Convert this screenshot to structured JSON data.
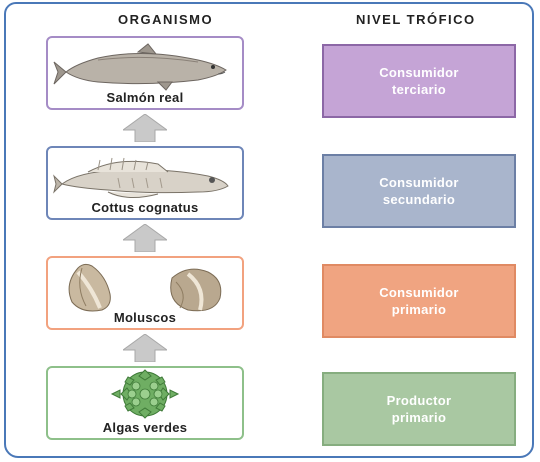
{
  "headers": {
    "organism": "ORGANISMO",
    "level": "NIVEL TRÓFICO"
  },
  "rows": [
    {
      "organism": "Salmón real",
      "level": "Consumidor\nterciario",
      "organism_icon": "salmon-icon",
      "border_color": "#a58cc6",
      "level_fill": "#c5a4d6",
      "level_border": "#8c67a6"
    },
    {
      "organism": "Cottus cognatus",
      "level": "Consumidor\nsecundario",
      "organism_icon": "sculpin-fish-icon",
      "border_color": "#6e86b8",
      "level_fill": "#a9b5cc",
      "level_border": "#6c7fa5"
    },
    {
      "organism": "Moluscos",
      "level": "Consumidor\nprimario",
      "organism_icon": "snail-shells-icon",
      "border_color": "#f2a27f",
      "level_fill": "#f0a481",
      "level_border": "#e08a63"
    },
    {
      "organism": "Algas verdes",
      "level": "Productor\nprimario",
      "organism_icon": "green-algae-icon",
      "border_color": "#8ec08a",
      "level_fill": "#a9c8a2",
      "level_border": "#86ad7f"
    }
  ],
  "colors": {
    "frame": "#4a78b8",
    "arrow": "#c9c9c9"
  }
}
